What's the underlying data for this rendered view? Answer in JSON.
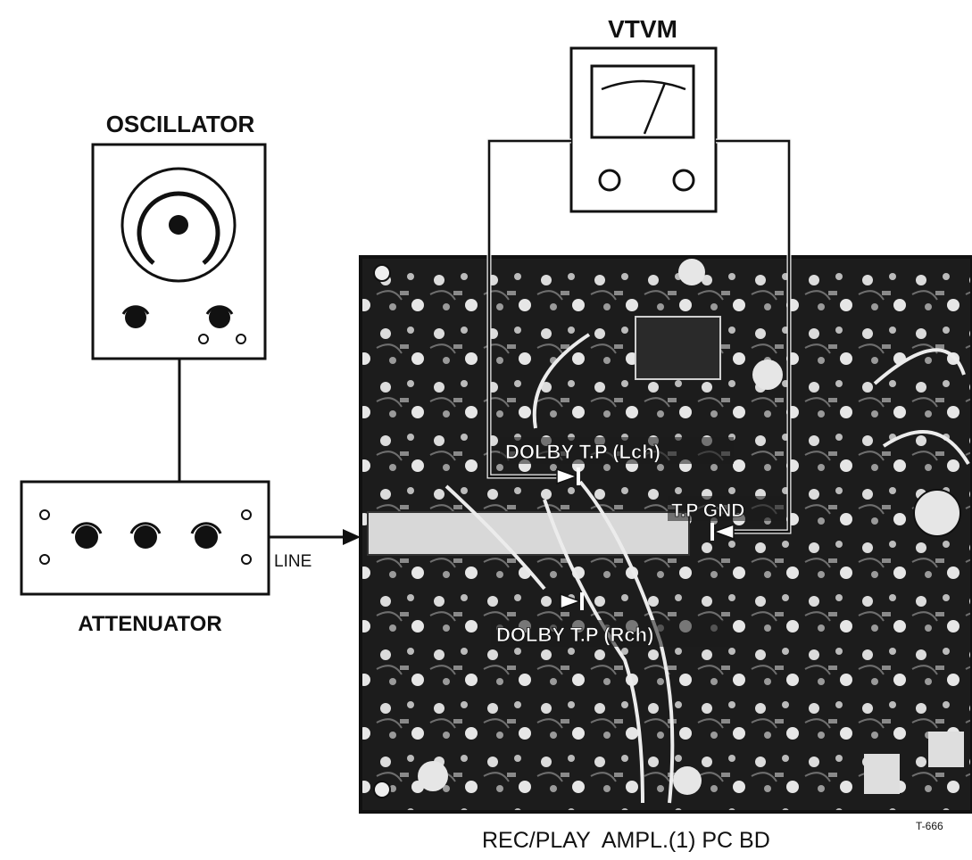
{
  "oscillator": {
    "label": "OSCILLATOR"
  },
  "vtvm": {
    "label": "VTVM"
  },
  "attenuator": {
    "label": "ATTENUATOR"
  },
  "line_label": "LINE",
  "pc_board": {
    "caption": "REC/PLAY  AMPL.(1) PC BD",
    "figure_code": "T-666",
    "test_points": {
      "dolby_lch": "DOLBY T.P (Lch)",
      "dolby_rch": "DOLBY T.P (Rch)",
      "gnd": "T.P GND"
    }
  },
  "colors": {
    "ink": "#111111",
    "board": "#1c1c1c",
    "paper": "#ffffff"
  }
}
